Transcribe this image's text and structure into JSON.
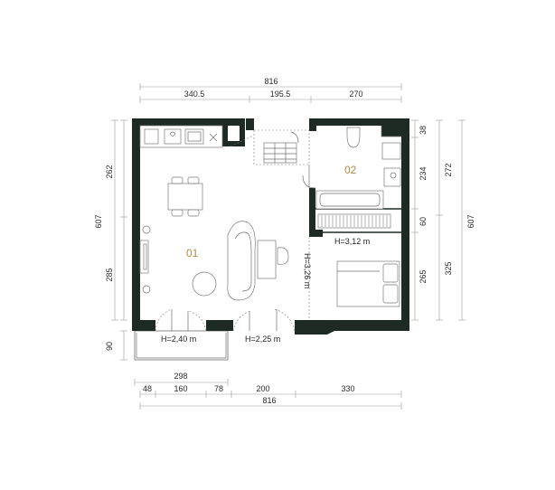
{
  "dimensions": {
    "top_total": "816",
    "top_segments": [
      "340.5",
      "195.5",
      "270"
    ],
    "bottom_balcony": "298",
    "bottom_segments": [
      "48",
      "160",
      "78",
      "200",
      "330"
    ],
    "bottom_total": "816",
    "left_outer": "607",
    "left_segments": [
      "262",
      "285"
    ],
    "left_balcony": "90",
    "right_col1": [
      "38",
      "234",
      "60",
      "265"
    ],
    "right_col2": [
      "272",
      "325"
    ],
    "right_total": "607"
  },
  "rooms": [
    {
      "id": "living",
      "label": "01"
    },
    {
      "id": "bath",
      "label": "02"
    }
  ],
  "heights": [
    {
      "id": "balcony-door",
      "label": "H=2,40 m"
    },
    {
      "id": "terrace-door",
      "label": "H=2,25 m"
    },
    {
      "id": "partition",
      "label": "H=3,26 m"
    },
    {
      "id": "bedroom-window",
      "label": "H=3,12 m"
    }
  ],
  "colors": {
    "wall": "#1d2b24",
    "room_label": "#b08a4a"
  }
}
